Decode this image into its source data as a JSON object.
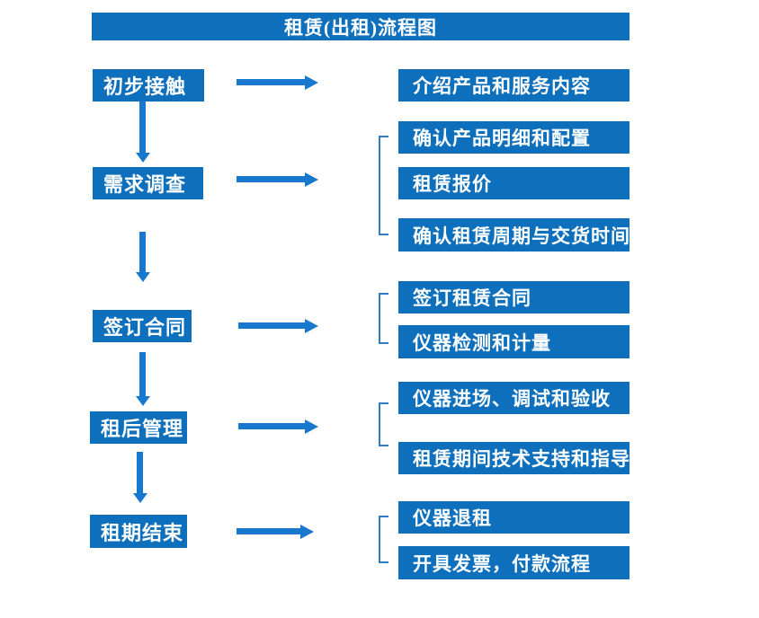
{
  "title": "租赁(出租)流程图",
  "colors": {
    "box_blue": "#0e70bc",
    "arrow_blue": "#1878ce",
    "bracket_blue": "#2e7cc6",
    "text_white": "#ffffff"
  },
  "flow": [
    {
      "stage": "初步接触",
      "outputs": [
        "介绍产品和服务内容"
      ]
    },
    {
      "stage": "需求调查",
      "outputs": [
        "确认产品明细和配置",
        "租赁报价",
        "确认租赁周期与交货时间"
      ]
    },
    {
      "stage": "签订合同",
      "outputs": [
        "签订租赁合同",
        "仪器检测和计量"
      ]
    },
    {
      "stage": "租后管理",
      "outputs": [
        "仪器进场、调试和验收",
        "租赁期间技术支持和指导"
      ]
    },
    {
      "stage": "租期结束",
      "outputs": [
        "仪器退租",
        "开具发票，付款流程"
      ]
    }
  ]
}
